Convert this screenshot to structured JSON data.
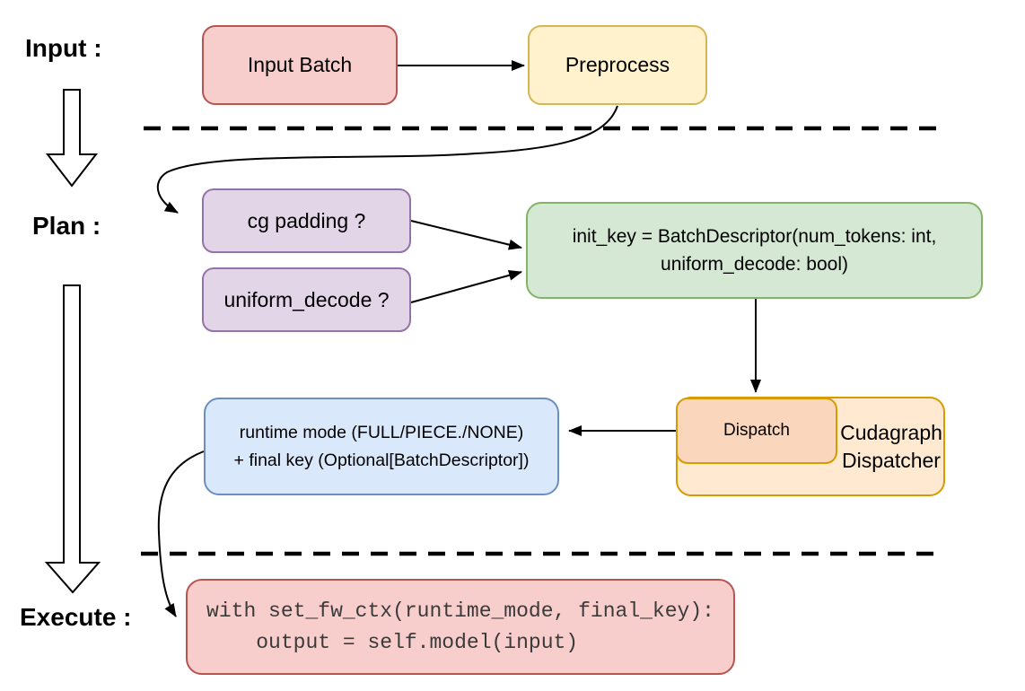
{
  "stages": {
    "input": "Input :",
    "plan": "Plan :",
    "execute": "Execute :"
  },
  "nodes": {
    "input_batch": {
      "label": "Input Batch"
    },
    "preprocess": {
      "label": "Preprocess"
    },
    "cg_padding": {
      "label": "cg padding ?"
    },
    "uniform_decode": {
      "label": "uniform_decode ?"
    },
    "init_key": {
      "lines": [
        "init_key = BatchDescriptor(num_tokens: int,",
        "uniform_decode: bool)"
      ]
    },
    "dispatch": {
      "label": "Dispatch"
    },
    "cudagraph_dispatcher": {
      "lines": [
        "Cudagraph",
        "Dispatcher"
      ]
    },
    "runtime_mode": {
      "lines": [
        "runtime mode (FULL/PIECE./NONE)",
        "+ final key (Optional[BatchDescriptor])"
      ]
    },
    "execute_code": {
      "lines": [
        "with set_fw_ctx(runtime_mode, final_key):",
        "    output = self.model(input)"
      ]
    }
  },
  "palette": {
    "red_fill": "#f8cecc",
    "red_stroke": "#b85450",
    "yellow_fill": "#fff2cc",
    "yellow_stroke": "#d6b656",
    "purple_fill": "#e1d5e7",
    "purple_stroke": "#9673a6",
    "green_fill": "#d5e8d4",
    "green_stroke": "#82b366",
    "blue_fill": "#dae8fc",
    "blue_stroke": "#6c8ebf",
    "orange_fill": "#ffe9d1",
    "orange_stroke": "#d79b00",
    "dispatch_fill": "#fad6bd",
    "connector_color": "#000000",
    "code_text_color": "#3a3a3a"
  }
}
